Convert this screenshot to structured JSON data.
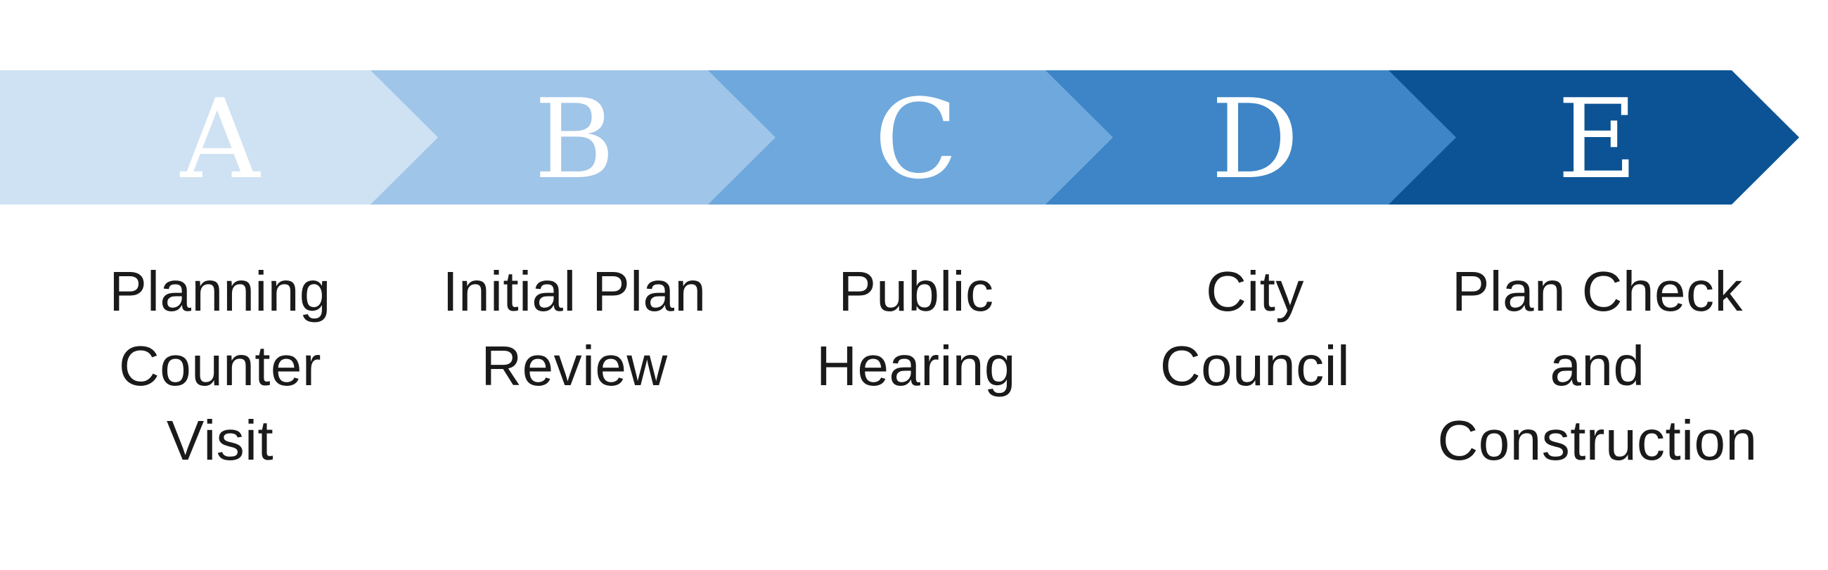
{
  "diagram": {
    "background": "#FFFFFF",
    "letter_color": "#FFFFFF",
    "label_color": "#1A1A1A",
    "stages": [
      {
        "letter": "A",
        "label": "Planning Counter Visit",
        "label_lines": [
          "Planning",
          "Counter",
          "Visit"
        ],
        "fill": "#CFE2F3"
      },
      {
        "letter": "B",
        "label": "Initial Plan Review",
        "label_lines": [
          "Initial Plan",
          "Review"
        ],
        "fill": "#9FC5E8"
      },
      {
        "letter": "C",
        "label": "Public Hearing",
        "label_lines": [
          "Public",
          "Hearing"
        ],
        "fill": "#6FA8DC"
      },
      {
        "letter": "D",
        "label": "City Council",
        "label_lines": [
          "City",
          "Council"
        ],
        "fill": "#3D85C6"
      },
      {
        "letter": "E",
        "label": "Plan Check and Construction",
        "label_lines": [
          "Plan Check",
          "and",
          "Construction"
        ],
        "fill": "#0B5394"
      }
    ]
  }
}
